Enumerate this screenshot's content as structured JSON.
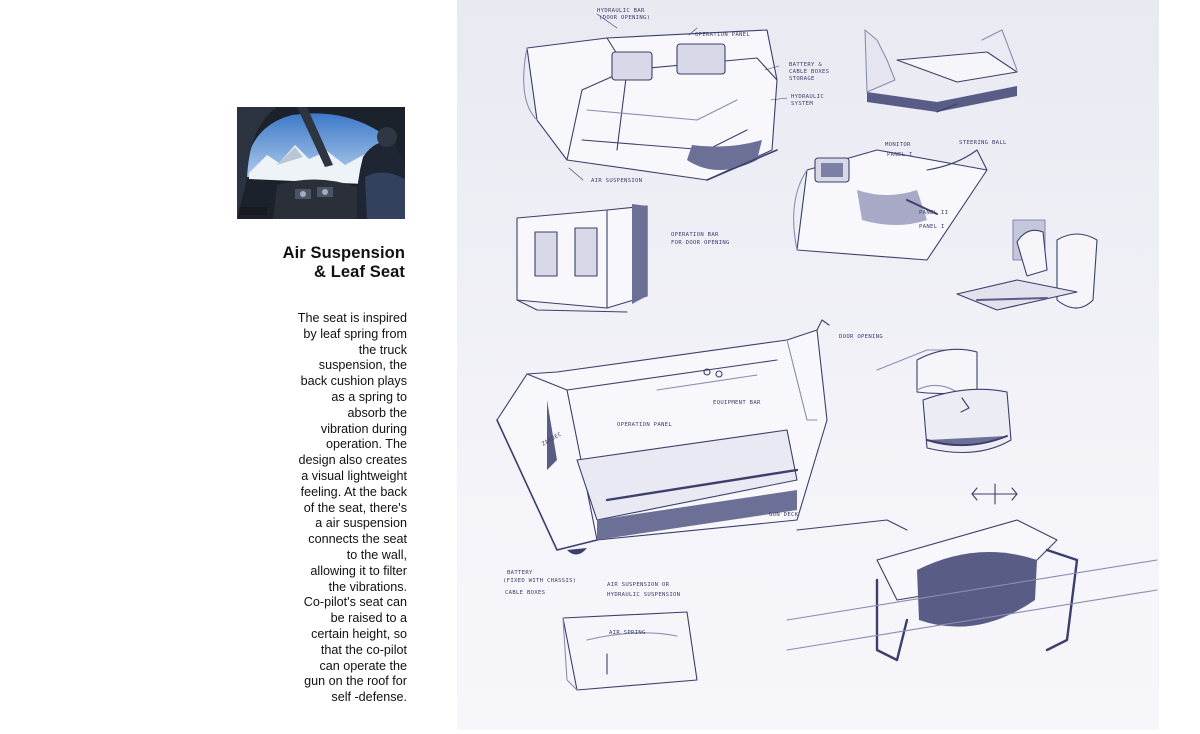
{
  "article": {
    "title_line1": "Air Suspension",
    "title_line2": "& Leaf Seat",
    "paragraph_lines": [
      "The seat is inspired",
      "by leaf spring from",
      "the truck",
      "suspension, the",
      "back cushion  plays",
      "as a spring to",
      "absorb the",
      "vibration during",
      "operation. The",
      "design also creates",
      "a visual lightweight",
      "feeling. At the back",
      "of the seat, there's",
      "a air suspension",
      "connects the seat",
      "to the wall,",
      "allowing it to filter",
      "the vibrations.",
      "Co-pilot's seat can",
      "be raised to a",
      "certain height, so",
      "that the co-pilot",
      "can operate the",
      "gun on the roof for",
      "self -defense."
    ]
  },
  "sketch_annotations": {
    "hydraulic_bar": "HYDRAULIC BAR",
    "door_opening_small": "(DOOR OPENING)",
    "operation_panel_top": "OPERATION PANEL",
    "battery_cable": "BATTERY &",
    "cable_boxes": "CABLE BOXES",
    "storage": "STORAGE",
    "hydraulic_system": "HYDRAULIC",
    "system": "SYSTEM",
    "air_suspension": "AIR SUSPENSION",
    "monitor": "MONITOR",
    "panel_1": "PANEL I",
    "steering_ball": "STEERING BALL",
    "panel_2": "PANEL II",
    "panel_1b": "PANEL I",
    "operation_bar": "OPERATION BAR",
    "for_door_opening": "FOR DOOR OPENING",
    "door_opening": "DOOR OPENING",
    "equipment_bar": "EQUIPMENT BAR",
    "operation_panel": "OPERATION PANEL",
    "gun_deck": "GUN DECK",
    "battery": "BATTERY",
    "fixed_with_chassis": "(FIXED WITH CHASSIS)",
    "cable_boxes_2": "CABLE BOXES",
    "air_or": "AIR SUSPENSION OR",
    "hydraulic_suspension": "HYDRAULIC SUSPENSION",
    "air_spring": "AIR SPRING",
    "logo": "ZARDEC"
  },
  "colors": {
    "sketch_line": "#3c3f6b",
    "sketch_shade": "#8a8db0",
    "sheet_background": "#eeeef5",
    "page_background": "#ffffff"
  }
}
